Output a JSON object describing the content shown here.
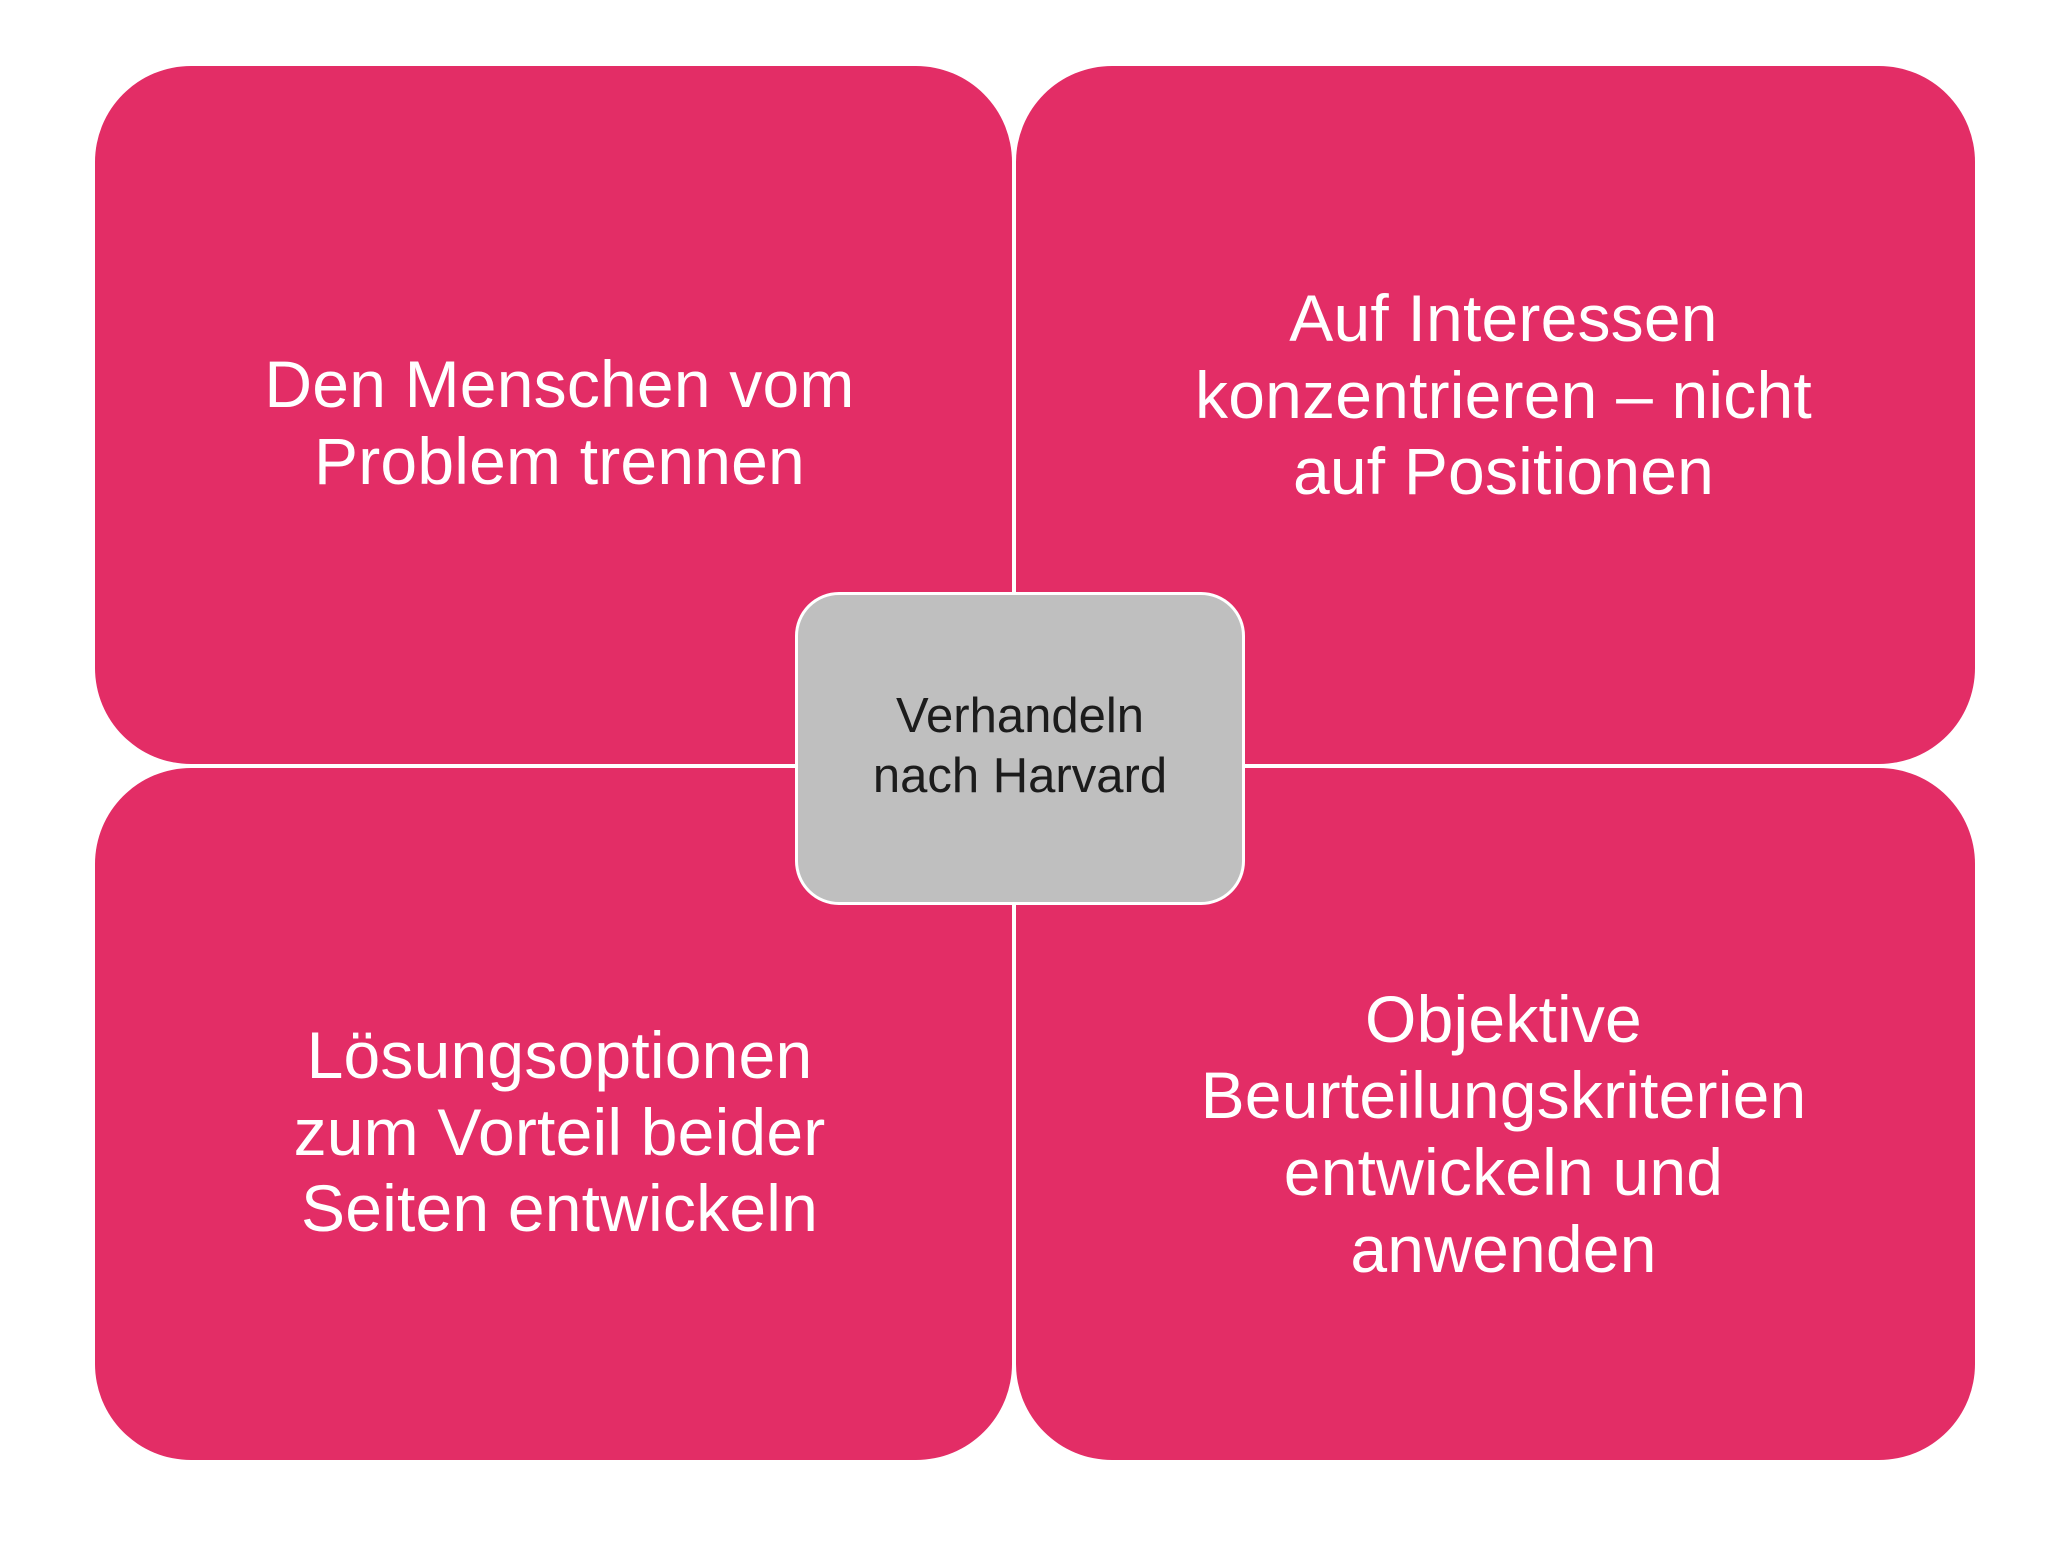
{
  "diagram": {
    "type": "four-quadrant-hub-and-spoke",
    "title": "Verhandeln nach Harvard",
    "background_color": "#ffffff",
    "quadrant_color": "#e32d66",
    "quadrant_text_color": "#ffffff",
    "hub_color": "#bfbfbf",
    "hub_border_color": "#ffffff",
    "hub_text_color": "#1c1c1c",
    "center": {
      "label": "Verhandeln\nnach Harvard",
      "line_1": "Verhandeln",
      "line_2": "nach Harvard"
    },
    "quadrants": [
      {
        "position": "top-left",
        "label": "Den Menschen vom\nProblem trennen",
        "line_1": "Den Menschen vom",
        "line_2": "Problem trennen"
      },
      {
        "position": "top-right",
        "label": "Auf Interessen\nkonzentrieren – nicht\nauf Positionen",
        "line_1": "Auf Interessen",
        "line_2": "konzentrieren – nicht",
        "line_3": "auf Positionen"
      },
      {
        "position": "bottom-left",
        "label": "Lösungsoptionen\nzum Vorteil beider\nSeiten entwickeln",
        "line_1": "Lösungsoptionen",
        "line_2": "zum Vorteil beider",
        "line_3": "Seiten entwickeln"
      },
      {
        "position": "bottom-right",
        "label": "Objektive\nBeurteilungskriterien\nentwickeln und\nanwenden",
        "line_1": "Objektive",
        "line_2": "Beurteilungskriterien",
        "line_3": "entwickeln und",
        "line_4": "anwenden"
      }
    ]
  }
}
